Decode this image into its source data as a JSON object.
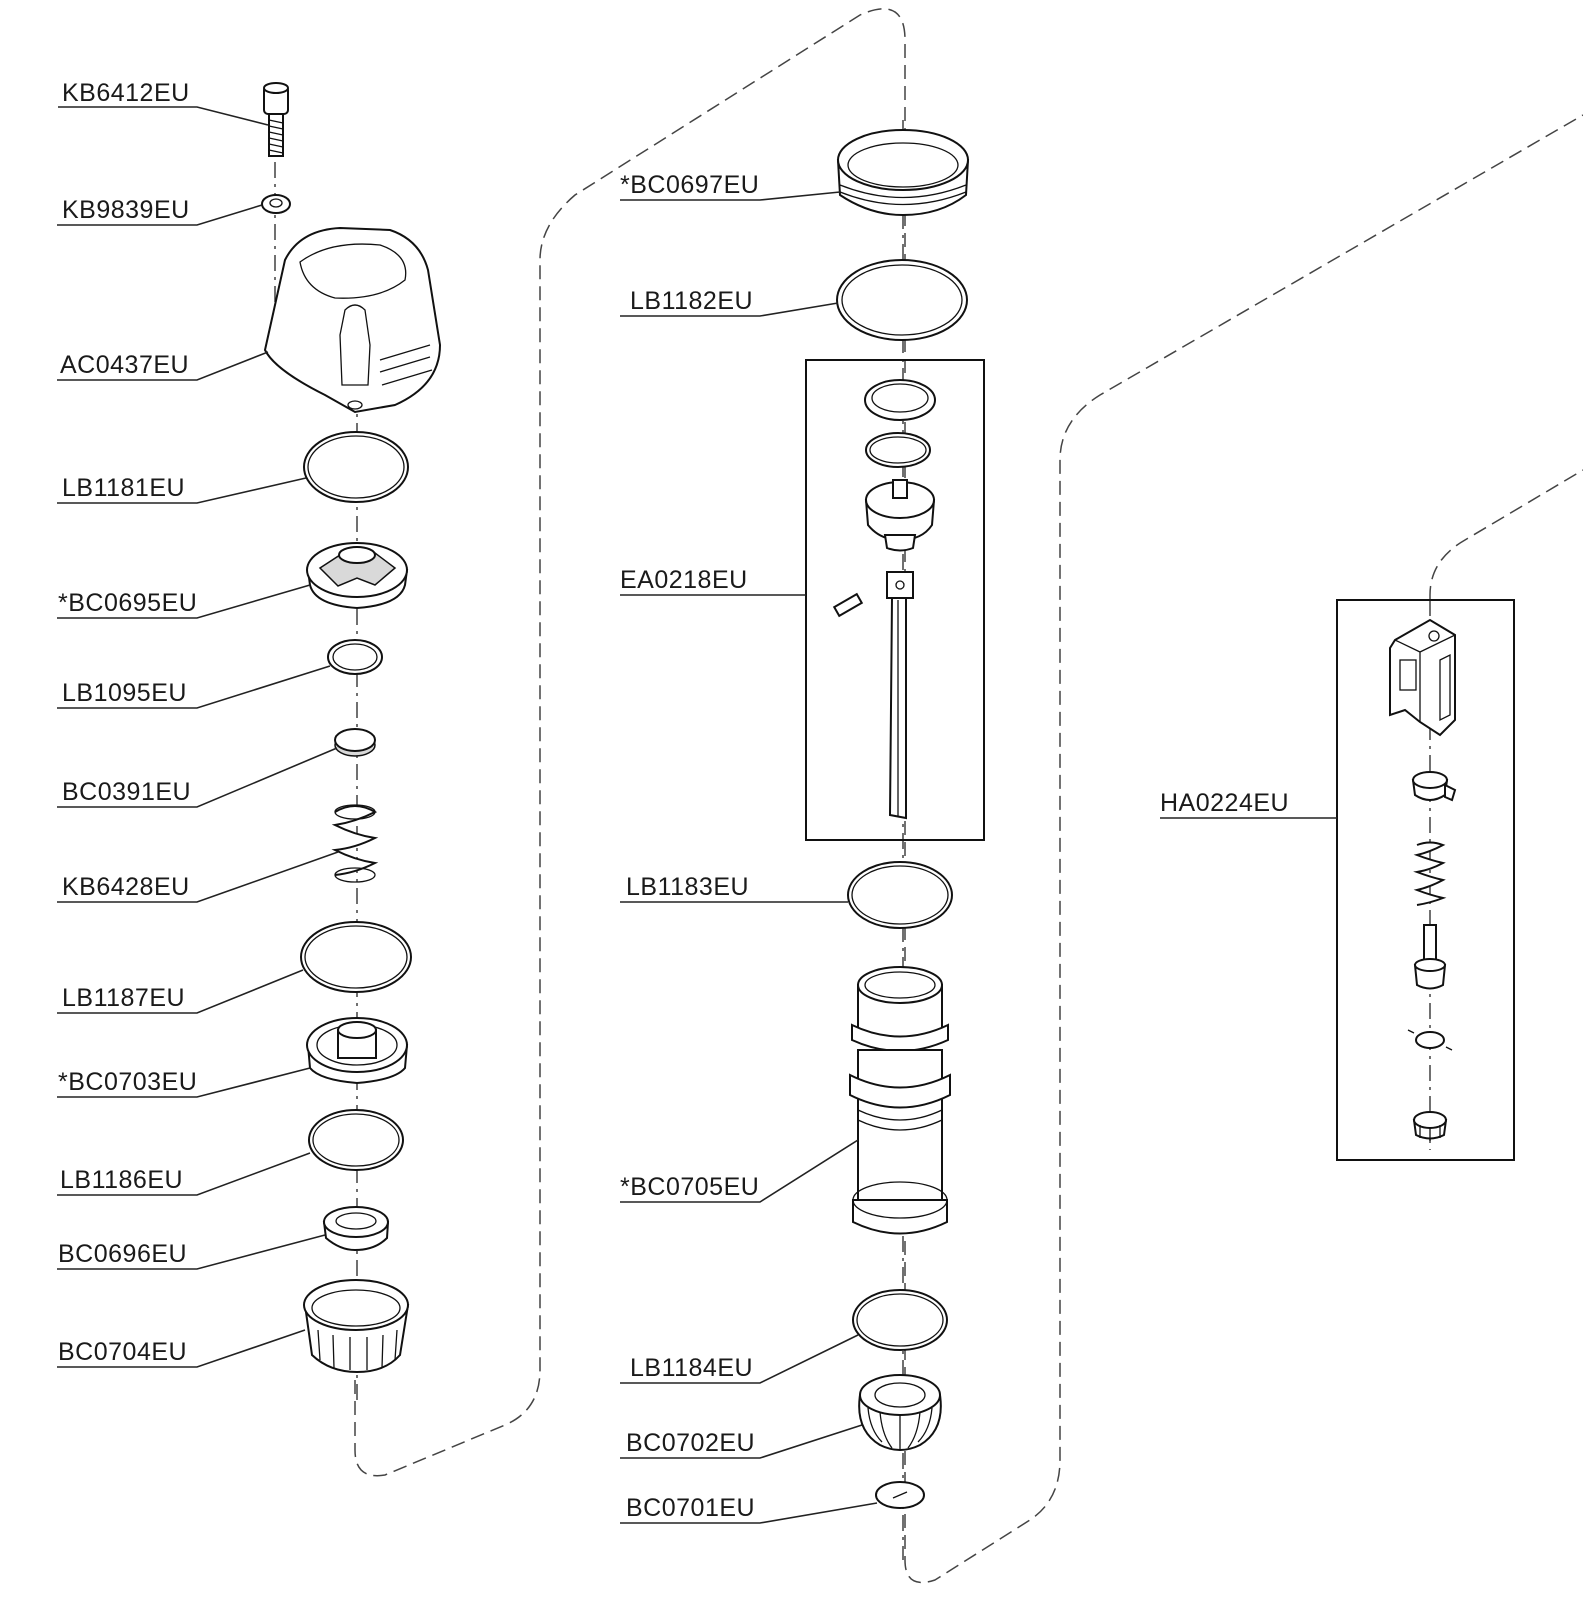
{
  "diagram": {
    "part_labels": {
      "kb6412": "KB6412EU",
      "kb9839": "KB9839EU",
      "ac0437": "AC0437EU",
      "lb1181": "LB1181EU",
      "bc0695": "*BC0695EU",
      "lb1095": "LB1095EU",
      "bc0391": "BC0391EU",
      "kb6428": "KB6428EU",
      "lb1187": "LB1187EU",
      "bc0703": "*BC0703EU",
      "lb1186": "LB1186EU",
      "bc0696": "BC0696EU",
      "bc0704": "BC0704EU",
      "bc0697": "*BC0697EU",
      "lb1182": "LB1182EU",
      "ea0218": "EA0218EU",
      "lb1183": "LB1183EU",
      "bc0705": "*BC0705EU",
      "lb1184": "LB1184EU",
      "bc0702": "BC0702EU",
      "bc0701": "BC0701EU",
      "ha0224": "HA0224EU"
    }
  }
}
